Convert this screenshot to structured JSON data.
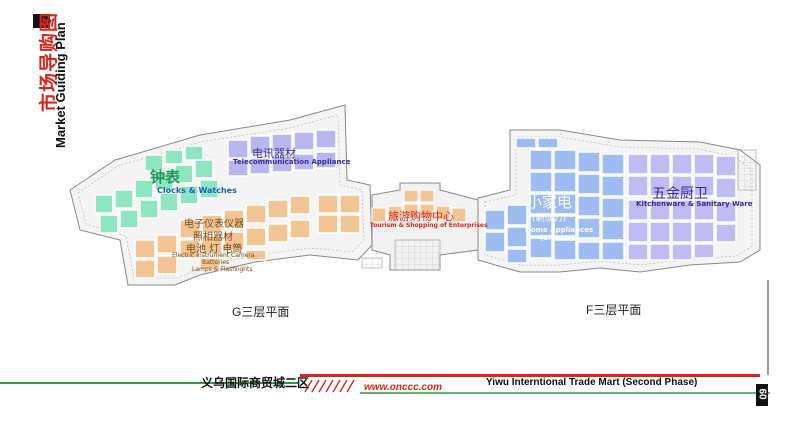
{
  "header": {
    "title_cn": "市场导购图",
    "title_en": "Market Guiding Plan"
  },
  "zones": {
    "clocks": {
      "cn": "钟表",
      "en": "Clocks & Watches"
    },
    "telecom": {
      "cn": "电讯器材",
      "en": "Telecommunication Appliance"
    },
    "electric": {
      "cn_1": "电子仪表仪器",
      "cn_2": "照相器材",
      "cn_3": "电池 灯 电筒",
      "en_1": "Electric Instrument Camera",
      "en_2": "Batteries",
      "en_3": "Lamps & Flashlights"
    },
    "tourism": {
      "cn": "旅游购物中心",
      "en": "Tourism & Shopping of Enterprises"
    },
    "appliances": {
      "cn": "小家电",
      "cn_sub": "(剃须刀)",
      "en": "Home Appliances",
      "en_sub": "(Shaver)"
    },
    "kitchen": {
      "cn": "五金厨卫",
      "en": "Kitchenware & Sanitary Ware"
    }
  },
  "floors": {
    "g": "G三层平面",
    "f": "F三层平面"
  },
  "footer": {
    "cn": "义乌国际商贸城二区",
    "url": "www.onccc.com",
    "en": "Yiwu Interntional Trade Mart (Second Phase)",
    "page": "60"
  },
  "colors": {
    "accent_red": "#d9261c",
    "footer_green": "#2e9e3b",
    "clocks_fill": "#8ee6c1",
    "telecom_fill": "#b8b6ee",
    "electric_fill": "#f3c594",
    "appliances_fill": "#9cbcf2",
    "kitchen_fill": "#bfbcf3"
  }
}
